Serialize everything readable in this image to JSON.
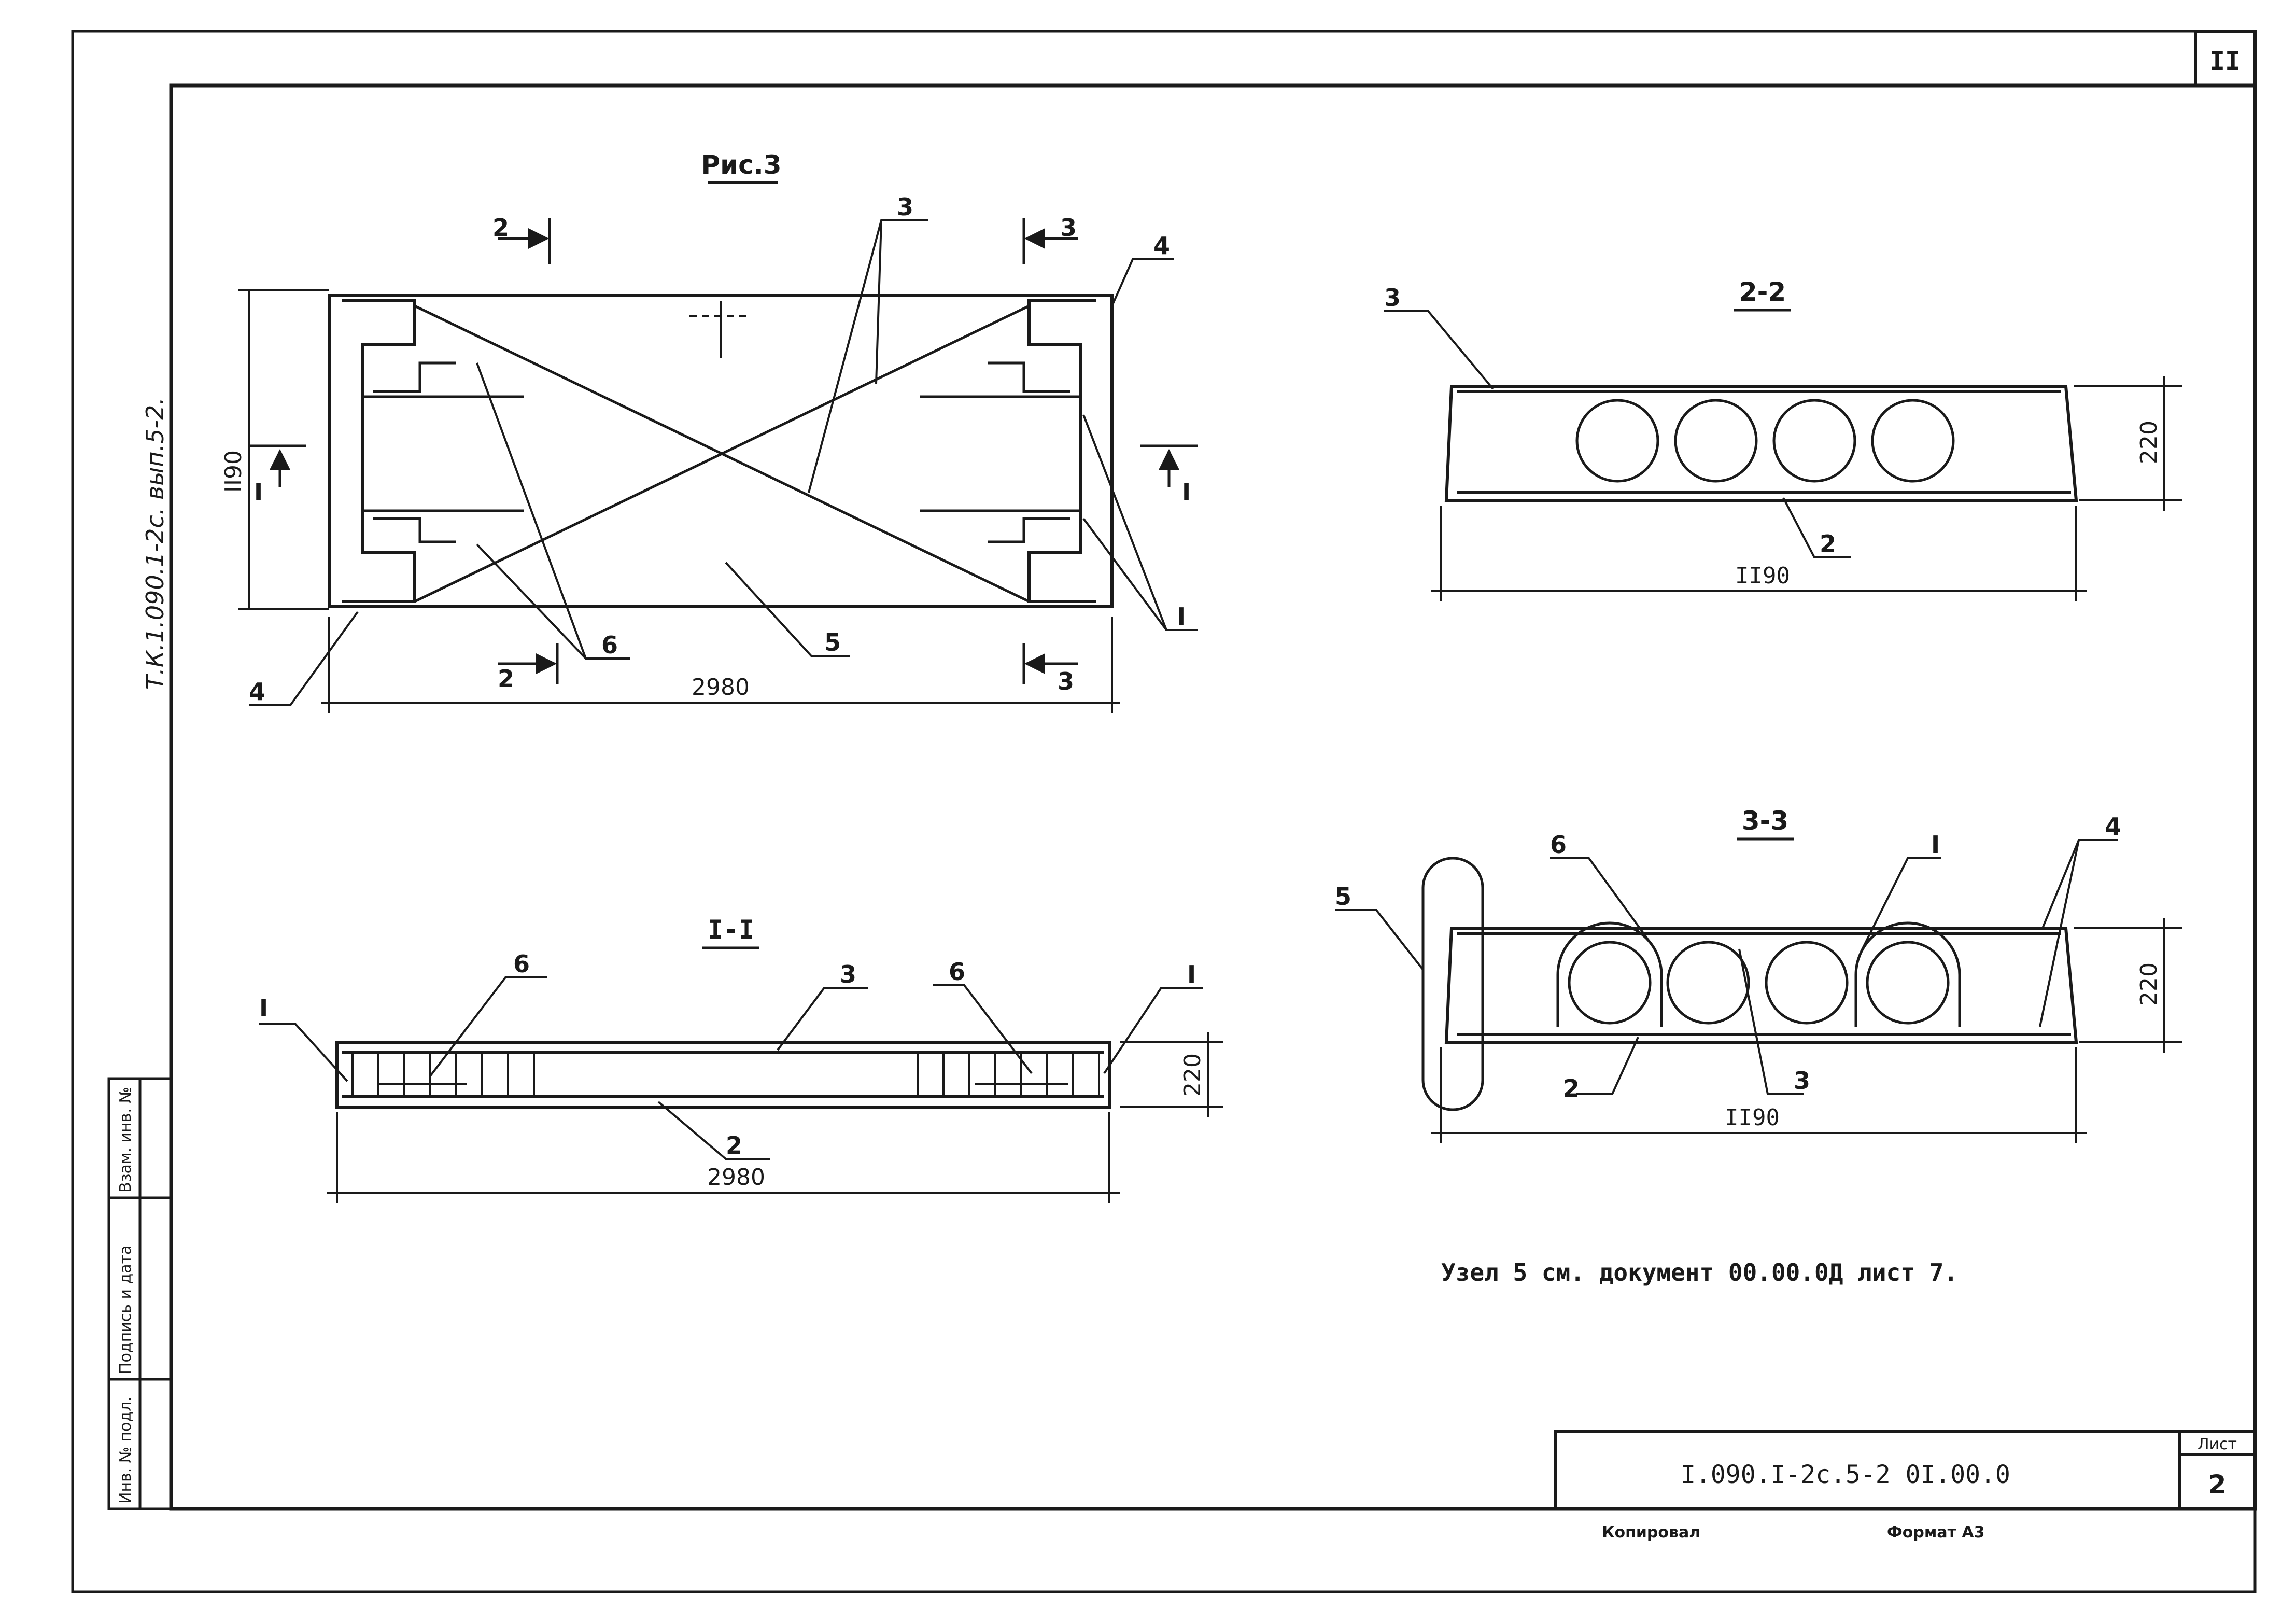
{
  "sheet": {
    "page_number_top": "II",
    "sheet_label": "Лист",
    "sheet_number": "2",
    "doc_code": "I.090.I-2с.5-2  0I.00.0",
    "copied": "Копировал",
    "format": "Формат А3",
    "side_stamp": "Т.К.1.090.1-2с. вып.5-2.",
    "stamp_cells": [
      "Инв. № подл.",
      "Подпись и дата",
      "Взам. инв. №"
    ]
  },
  "plan": {
    "title": "Рис.3",
    "width_dim": "2980",
    "height_dim": "II90",
    "section_marks": [
      "2",
      "3",
      "2",
      "3",
      "I",
      "I"
    ],
    "callouts": [
      "3",
      "4",
      "4",
      "6",
      "5",
      "I"
    ]
  },
  "section_11": {
    "title": "I-I",
    "length_dim": "2980",
    "height_dim": "220",
    "callouts": [
      "I",
      "6",
      "3",
      "6",
      "I",
      "2"
    ]
  },
  "section_22": {
    "title": "2-2",
    "width_dim": "II90",
    "height_dim": "220",
    "callouts": [
      "3",
      "2"
    ]
  },
  "section_33": {
    "title": "3-3",
    "width_dim": "II90",
    "height_dim": "220",
    "callouts": [
      "5",
      "6",
      "I",
      "4",
      "2",
      "3"
    ]
  },
  "note": "Узел 5 см. документ 00.00.0Д лист 7."
}
